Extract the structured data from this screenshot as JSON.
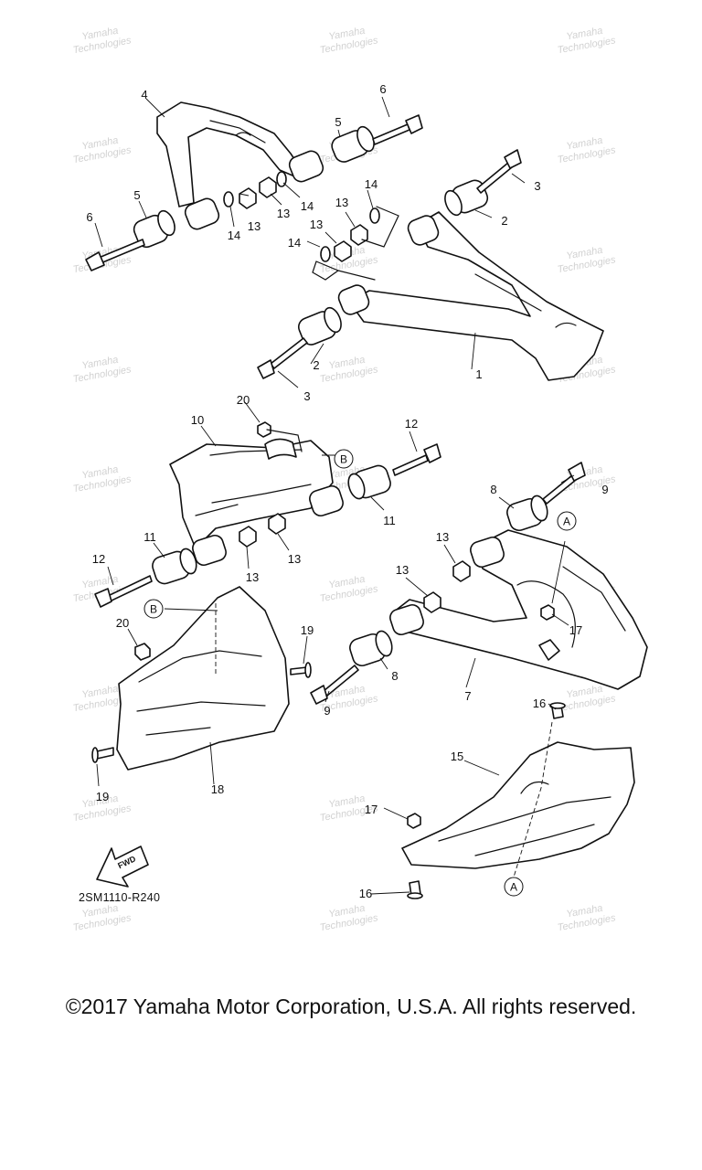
{
  "diagram": {
    "code": "2SM1110-R240",
    "fwd_label": "FWD",
    "copyright": "©2017 Yamaha Motor Corporation, U.S.A. All rights reserved.",
    "watermark": "Yamaha Technologies",
    "ref_marks": [
      "A",
      "B"
    ],
    "callouts": [
      "1",
      "2",
      "3",
      "4",
      "5",
      "6",
      "7",
      "8",
      "9",
      "10",
      "11",
      "12",
      "13",
      "14",
      "15",
      "16",
      "17",
      "18",
      "19",
      "20"
    ]
  }
}
